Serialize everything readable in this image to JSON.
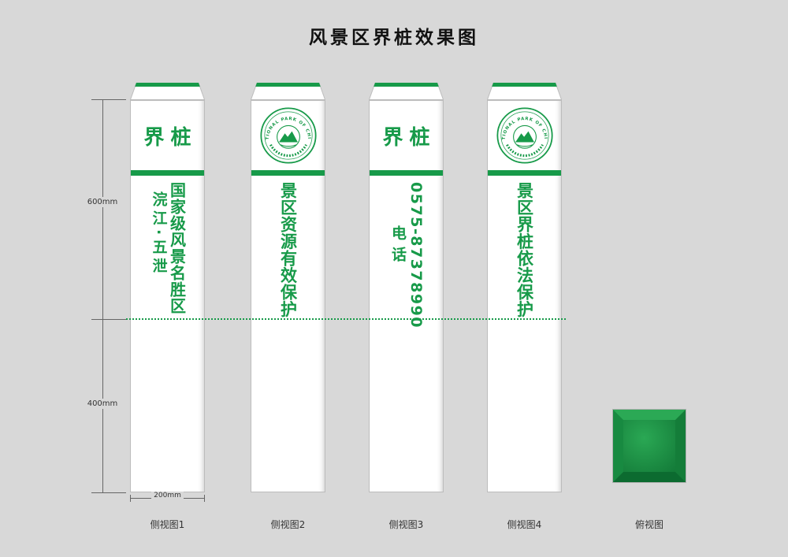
{
  "page": {
    "title": "风景区界桩效果图"
  },
  "colors": {
    "brand_green": "#179a49"
  },
  "dims": {
    "above_ground": "600mm",
    "below_ground": "400mm",
    "post_width": "200mm"
  },
  "logo": {
    "arc_text": "NATIONAL PARK OF CHINA"
  },
  "posts": {
    "p1": {
      "header": "界桩",
      "line_main": "国家级风景名胜区",
      "line_sub": "浣江·五泄",
      "caption": "侧视图1"
    },
    "p2": {
      "body_text": "景区资源有效保护",
      "caption": "侧视图2"
    },
    "p3": {
      "header": "界桩",
      "phone_number": "0575-87378990",
      "phone_label": "电话",
      "caption": "侧视图3"
    },
    "p4": {
      "body_text": "景区界桩依法保护",
      "caption": "侧视图4"
    }
  },
  "top_view": {
    "caption": "俯视图"
  }
}
